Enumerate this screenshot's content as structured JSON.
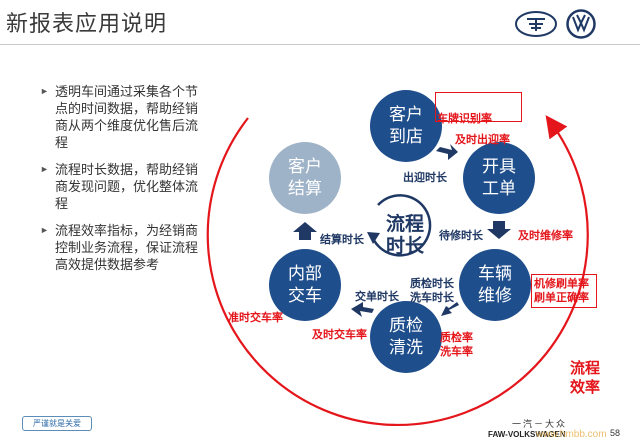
{
  "header": {
    "title": "新报表应用说明"
  },
  "bullets": [
    "透明车间通过采集各个节点的时间数据，帮助经销商从两个维度优化售后流程",
    "流程时长数据，帮助经销商发现问题，优化整体流程",
    "流程效率指标，为经销商控制业务流程，保证流程高效提供数据参考"
  ],
  "nodes": {
    "reception": [
      "客户",
      "到店"
    ],
    "work_order": [
      "开具",
      "工单"
    ],
    "vehicle_repair": [
      "车辆",
      "维修"
    ],
    "qc_wash": [
      "质检",
      "清洗"
    ],
    "internal_handover": [
      "内部",
      "交车"
    ],
    "settlement": [
      "客户",
      "结算"
    ]
  },
  "center": [
    "流程",
    "时长"
  ],
  "durations": {
    "greeting": "出迎时长",
    "wait_repair": "待修时长",
    "qc_wash": [
      "质检时长",
      "洗车时长"
    ],
    "handover": "交单时长",
    "settlement": "结算时长"
  },
  "rates": {
    "plate_recognition": "车牌识别率",
    "timely_greeting": "及时出迎率",
    "timely_repair": "及时维修率",
    "card_swipe": [
      "机修刷单率",
      "刷单正确率"
    ],
    "qc_wash": [
      "质检率",
      "洗车率"
    ],
    "timely_handover": "及时交车率",
    "on_time_handover": "准时交车率"
  },
  "efficiency_label": [
    "流程",
    "效率"
  ],
  "footer": {
    "logo_text": "严谨就是关爱",
    "cn_brand": "一汽－大众",
    "brand": "FAW-VOLKSWAGEN",
    "watermark": "www.hmbb.com",
    "page": "58"
  },
  "colors": {
    "node_dark": "#1f4e8c",
    "node_light": "#9fb3c8",
    "accent_red": "#e4161b",
    "text_navy": "#1f3864"
  }
}
